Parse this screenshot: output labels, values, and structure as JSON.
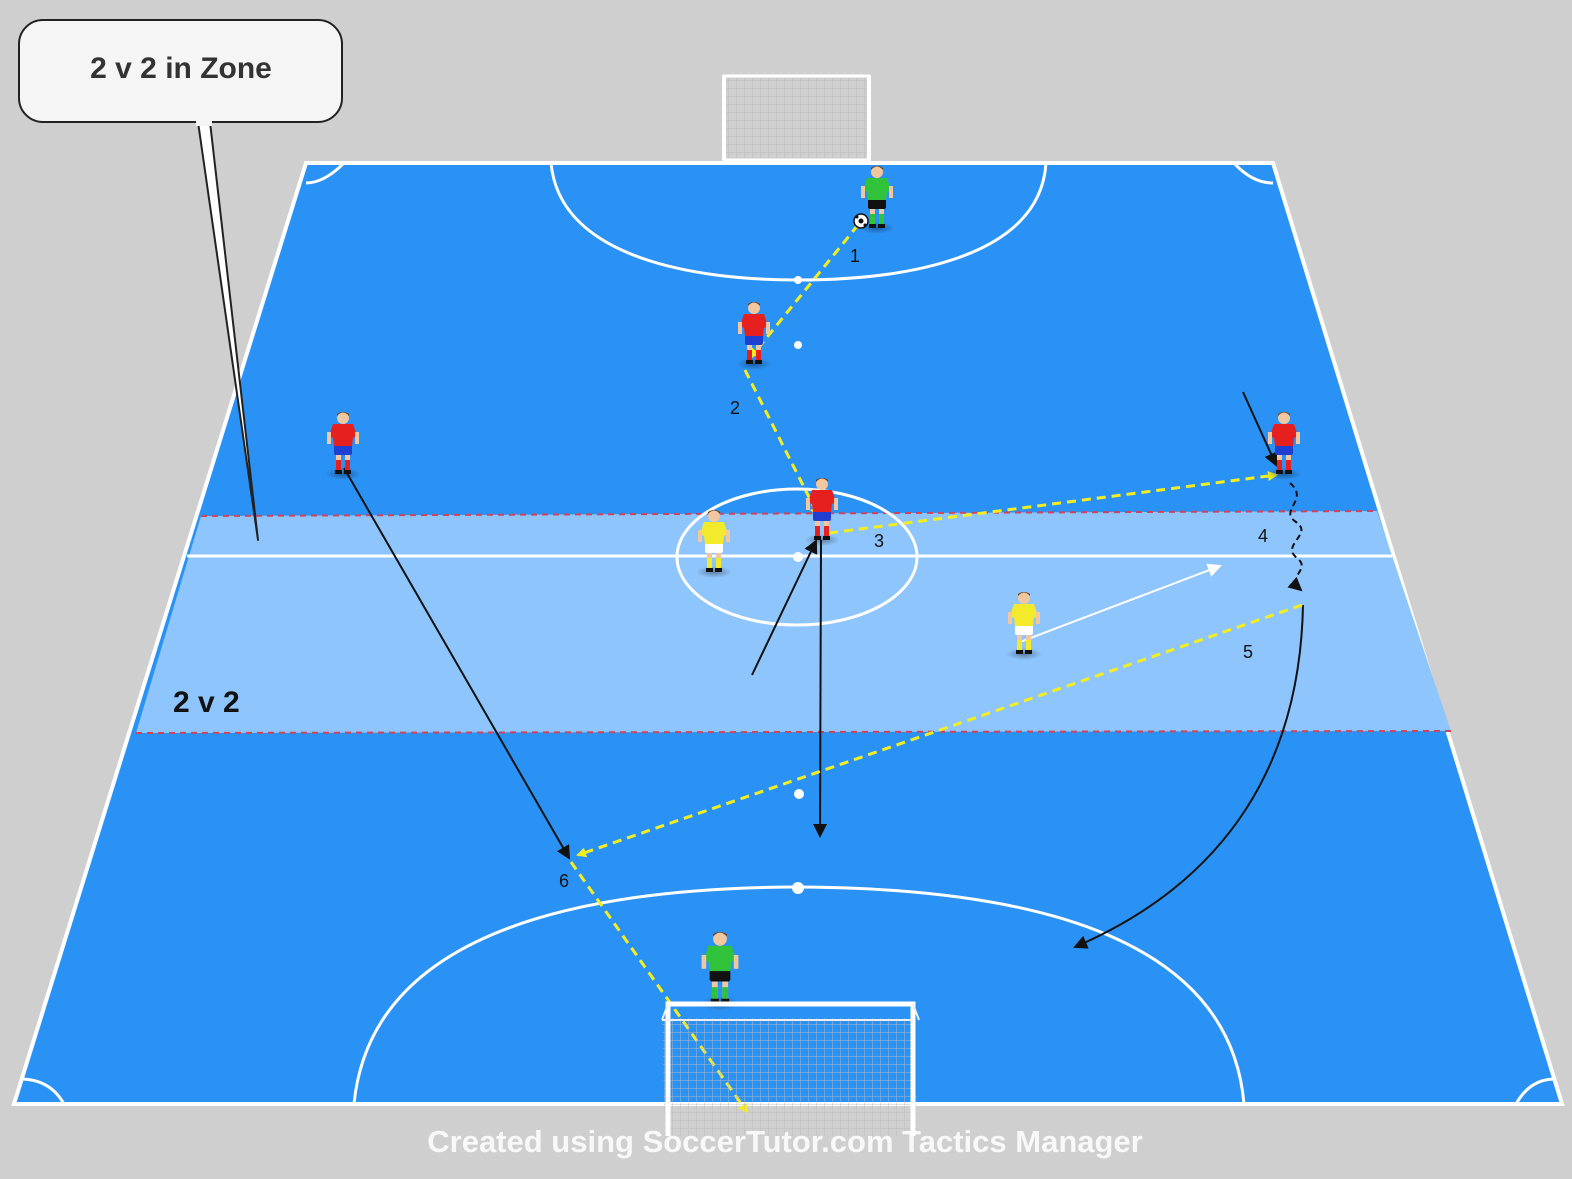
{
  "callout": {
    "label": "2 v 2 in Zone"
  },
  "zone": {
    "label": "2 v 2"
  },
  "steps": [
    "1",
    "2",
    "3",
    "4",
    "5",
    "6"
  ],
  "watermark": "Created using SoccerTutor.com Tactics Manager",
  "colors": {
    "background": "#cfcfcf",
    "pitch": "#2b92f5",
    "zone": "#8ec5fc",
    "lines": "#ffffff",
    "pass": "#f4ee21",
    "movement": "#111111",
    "team_red": "#e61f1f",
    "team_yellow": "#f2ea2a",
    "goalkeeper": "#2fc23a"
  },
  "icons": [
    "goal-icon",
    "ball-icon",
    "player-icon",
    "goalkeeper-icon"
  ]
}
